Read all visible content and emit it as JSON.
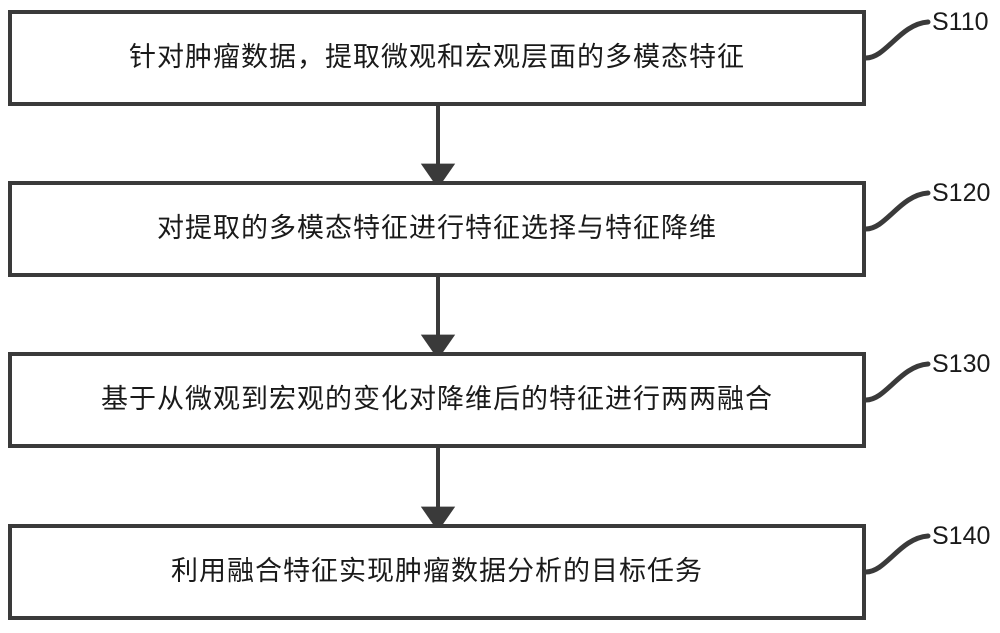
{
  "diagram": {
    "type": "flowchart",
    "orientation": "vertical",
    "background_color": "#ffffff",
    "line_color": "#3a3a3a",
    "text_color": "#1a1a1a",
    "steps": [
      {
        "id": "S110",
        "label": "S110",
        "text": "针对肿瘤数据，提取微观和宏观层面的多模态特征"
      },
      {
        "id": "S120",
        "label": "S120",
        "text": "对提取的多模态特征进行特征选择与特征降维"
      },
      {
        "id": "S130",
        "label": "S130",
        "text": "基于从微观到宏观的变化对降维后的特征进行两两融合"
      },
      {
        "id": "S140",
        "label": "S140",
        "text": "利用融合特征实现肿瘤数据分析的目标任务"
      }
    ],
    "connectors": [
      {
        "from": "S110",
        "to": "S120",
        "arrow": "down"
      },
      {
        "from": "S120",
        "to": "S130",
        "arrow": "down"
      },
      {
        "from": "S130",
        "to": "S140",
        "arrow": "down"
      }
    ]
  }
}
